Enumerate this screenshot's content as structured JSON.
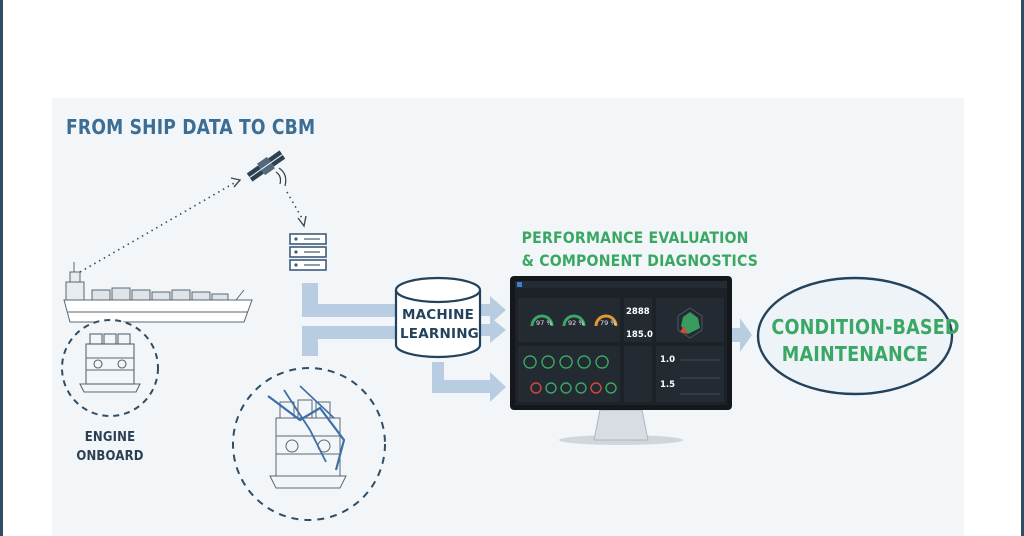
{
  "diagram": {
    "title": "FROM SHIP DATA TO CBM",
    "machine_learning": [
      "MACHINE",
      "LEARNING"
    ],
    "performance": [
      "PERFORMANCE EVALUATION",
      "& COMPONENT DIAGNOSTICS"
    ],
    "cbm": [
      "CONDITION-BASED",
      "MAINTENANCE"
    ],
    "engine_label": [
      "ENGINE",
      "ONBOARD"
    ],
    "dashboard": {
      "gauges": [
        "97 %",
        "92 %",
        "79 %"
      ],
      "stat1": "2888",
      "stat2": "185.0",
      "stat3": "1.0",
      "stat4": "1.5"
    }
  },
  "colors": {
    "frame": "#2e4d66",
    "panel": "#f3f6f9",
    "title": "#3c6d94",
    "accent_green": "#3aa864",
    "arrow": "#b9cde2",
    "navy": "#23435c"
  },
  "icons": [
    "satellite-icon",
    "server-icon",
    "ship-icon",
    "engine-icon",
    "database-icon",
    "monitor-icon",
    "arrow-icon"
  ]
}
